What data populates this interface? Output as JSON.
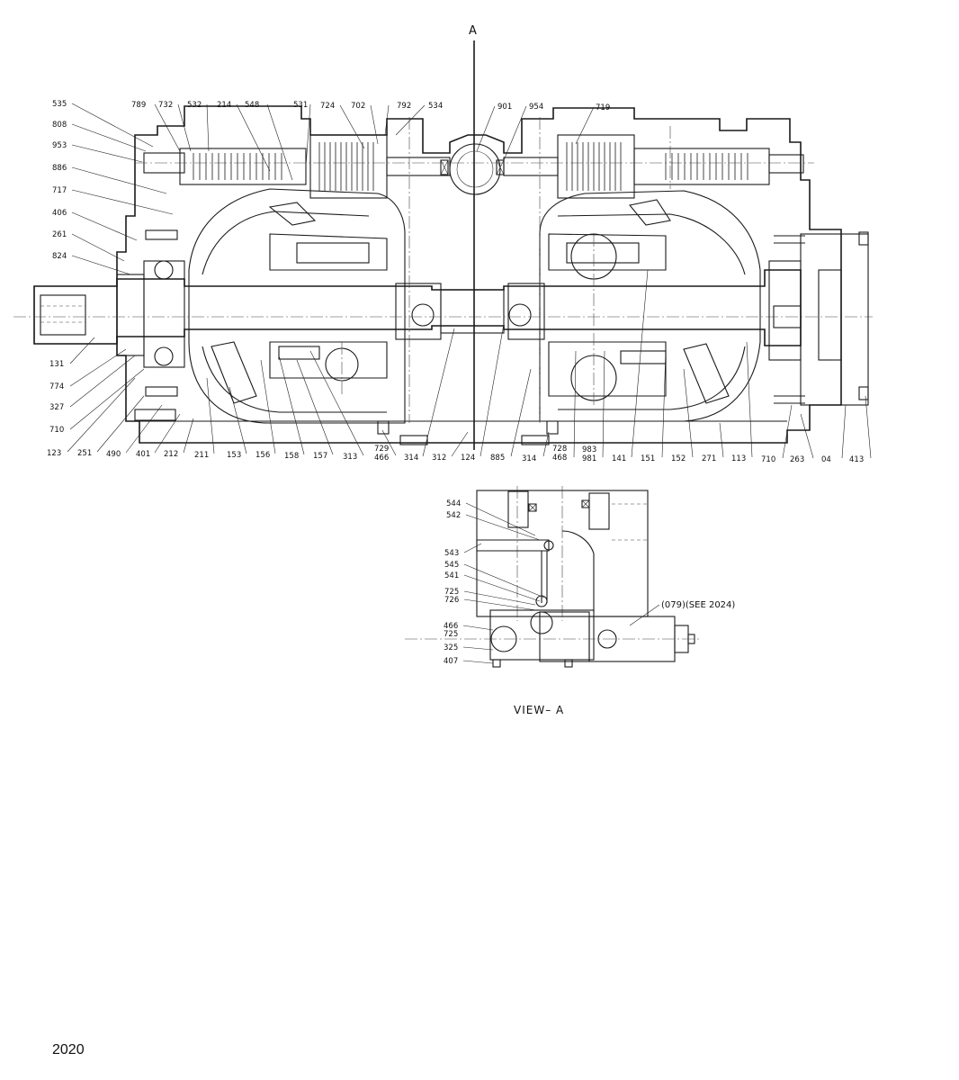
{
  "section_marker": "A",
  "view_title": "VIEW– A",
  "sheet_number": "2020",
  "reference_note": "(079)(SEE 2024)",
  "main_view": {
    "left_labels": [
      "535",
      "808",
      "953",
      "886",
      "717",
      "406",
      "261",
      "824",
      "131",
      "774",
      "327",
      "710"
    ],
    "top_labels": [
      "789",
      "732",
      "532",
      "214",
      "548",
      "531",
      "724",
      "702",
      "792",
      "534",
      "901",
      "954",
      "719"
    ],
    "bottom_labels": [
      "123",
      "251",
      "490",
      "401",
      "212",
      "211",
      "153",
      "156",
      "158",
      "157",
      "313",
      "729",
      "466",
      "314",
      "312",
      "124",
      "885",
      "314",
      "728",
      "468",
      "983",
      "981",
      "141",
      "151",
      "152",
      "271",
      "113",
      "710",
      "263",
      "04",
      "413"
    ]
  },
  "view_a": {
    "left_labels": [
      "544",
      "542",
      "543",
      "545",
      "541",
      "725",
      "726",
      "466",
      "725",
      "325",
      "407"
    ]
  }
}
